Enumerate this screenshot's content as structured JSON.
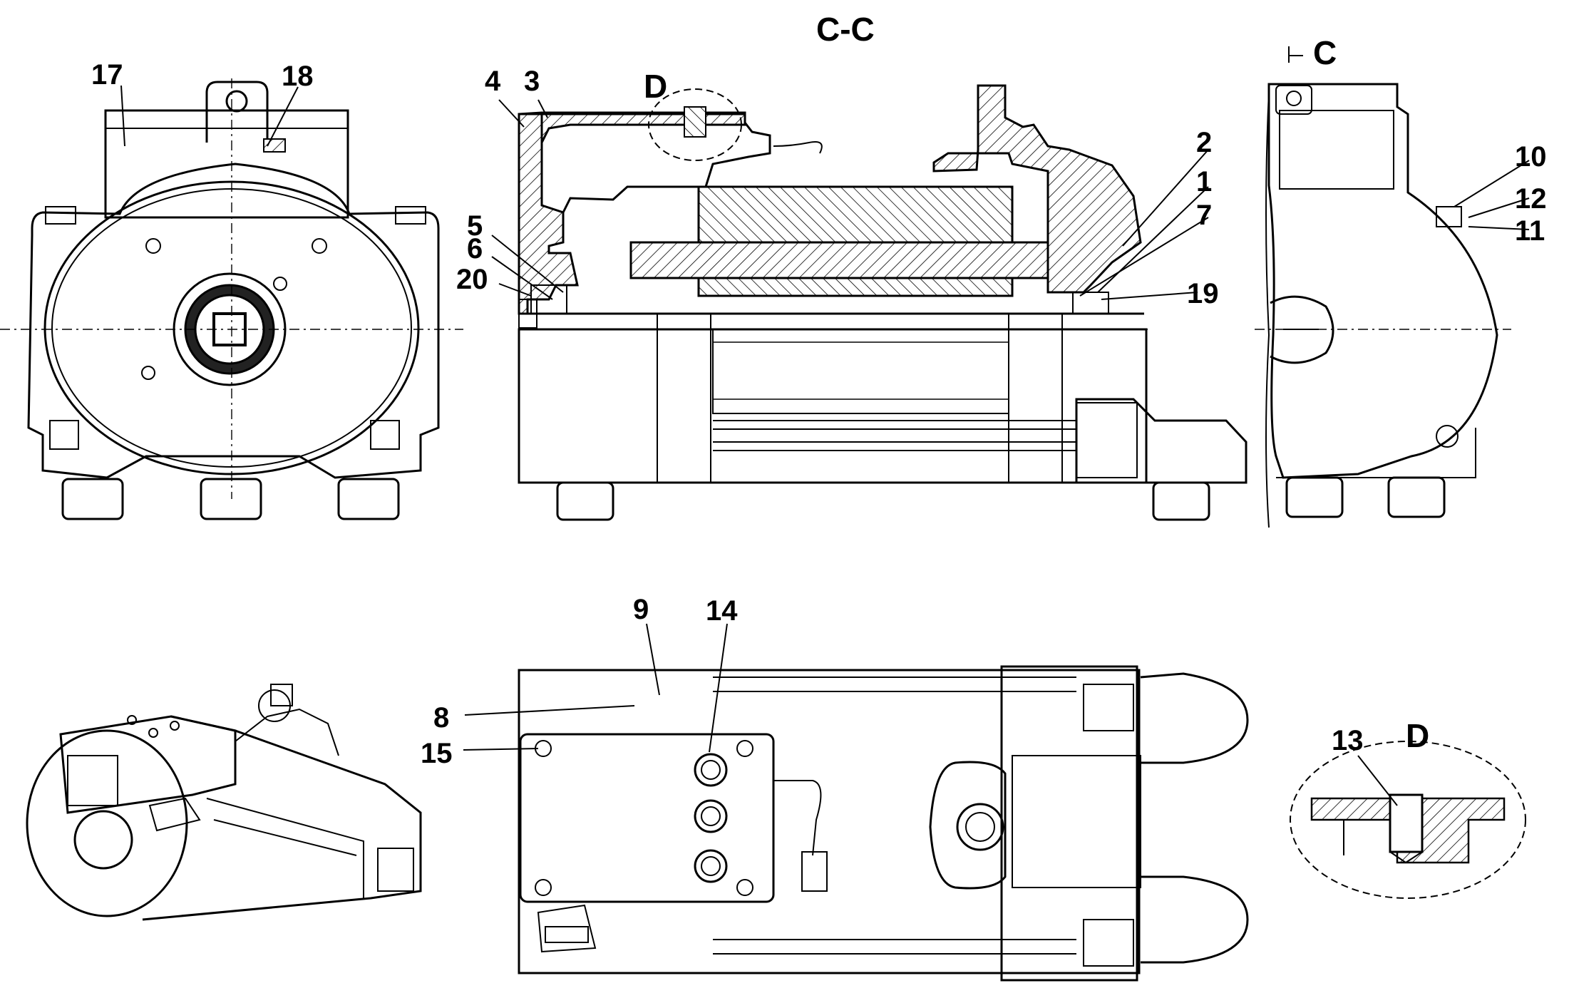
{
  "view_labels": {
    "section": "C-C",
    "section_marker": "C",
    "detail_top": "D",
    "detail_bottom": "D"
  },
  "callouts": {
    "c1": "1",
    "c2": "2",
    "c3": "3",
    "c4": "4",
    "c5": "5",
    "c6": "6",
    "c7": "7",
    "c8": "8",
    "c9": "9",
    "c10": "10",
    "c11": "11",
    "c12": "12",
    "c13": "13",
    "c14": "14",
    "c15": "15",
    "c17": "17",
    "c18": "18",
    "c19": "19",
    "c20": "20"
  }
}
